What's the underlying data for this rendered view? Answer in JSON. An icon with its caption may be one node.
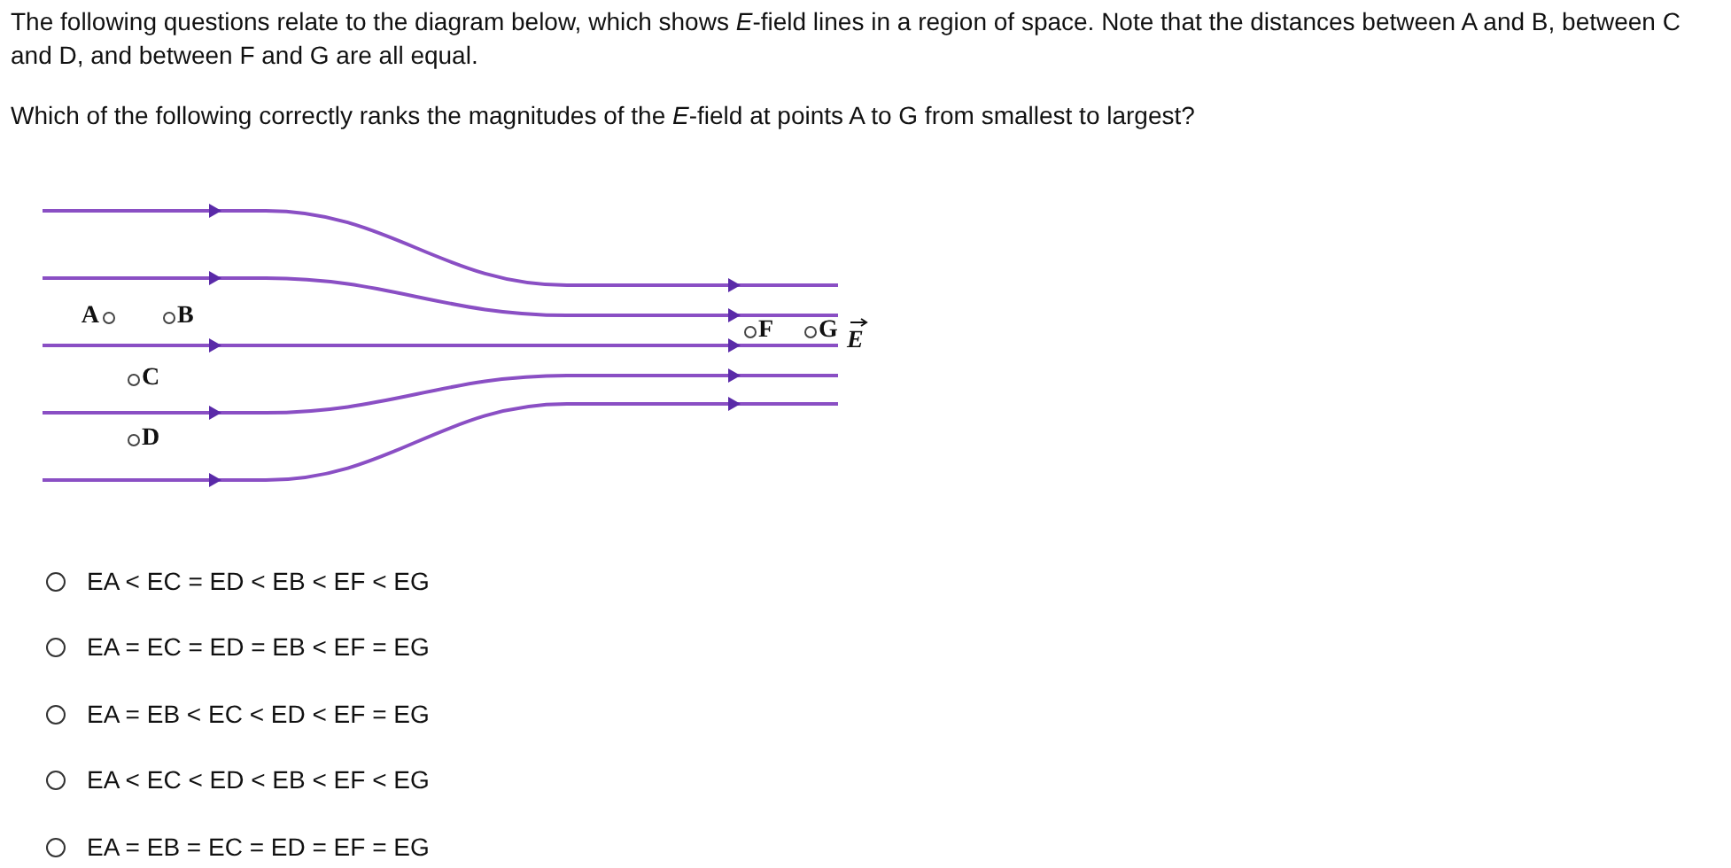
{
  "diagram": {
    "labels": [
      "The following questions relate to the diagram below, which shows *E*-field lines in a region of space. Note that the distances between A and B, between C and D, and between F and G are all equal.",
      "Which of the following correctly ranks the magnitudes of the *E*-field at points A to G from smallest to largest?",
      "A",
      "B",
      "C",
      "D",
      "F",
      "G",
      "E",
      "EA < EC = ED < EB < EF < EG",
      "EA = EC = ED = EB < EF = EG",
      "EA = EB < EC < ED < EF = EG",
      "EA < EC < ED < EB < EF < EG",
      "EA = EB = EC = ED = EF = EG"
    ]
  }
}
